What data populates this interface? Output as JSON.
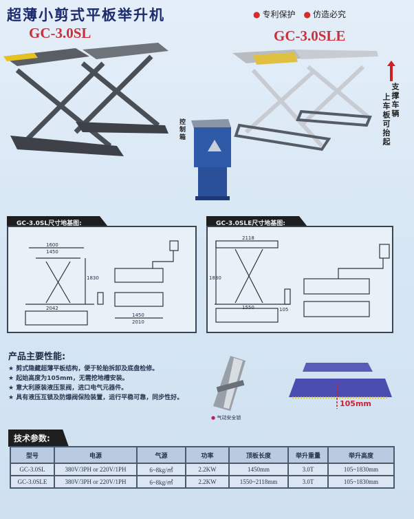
{
  "header": {
    "title": "超薄小剪式平板举升机",
    "badges": [
      "专利保护",
      "仿造必究"
    ],
    "model_left": "GC-3.0SL",
    "model_right": "GC-3.0SLE"
  },
  "labels": {
    "control_box": "控制箱",
    "platform_note_1": "支撑车辆",
    "platform_note_2": "上车板可抬起",
    "safety_lock": "气动安全锁",
    "min_height": "105mm"
  },
  "diagrams": [
    {
      "title": "GC-3.0SL尺寸地基图:",
      "dims": [
        "1600",
        "1450",
        "1830",
        "2042",
        "1450",
        "2010"
      ]
    },
    {
      "title": "GC-3.0SLE尺寸地基图:",
      "dims": [
        "2118",
        "1550",
        "1830",
        "105"
      ]
    }
  ],
  "features": {
    "title": "产品主要性能:",
    "items": [
      "剪式隐藏超薄平板结构，便于轮胎拆卸及底盘检修。",
      "起始高度为105mm，无需挖地槽安装。",
      "意大利原装液压泵阀，进口电气元器件。",
      "具有液压互锁及防爆阀保险装置，运行平稳可靠，同步性好。"
    ]
  },
  "specs": {
    "title": "技术参数:",
    "headers": [
      "型号",
      "电源",
      "气源",
      "功率",
      "顶板长度",
      "举升重量",
      "举升高度"
    ],
    "rows": [
      [
        "GC-3.0SL",
        "380V/3PH or 220V/1PH",
        "6~8kg/㎡",
        "2.2KW",
        "1450mm",
        "3.0T",
        "105~1830mm"
      ],
      [
        "GC-3.0SLE",
        "380V/3PH or 220V/1PH",
        "6~8kg/㎡",
        "2.2KW",
        "1550~2118mm",
        "3.0T",
        "105~1830mm"
      ]
    ]
  },
  "colors": {
    "accent_red": "#c9303a",
    "title_navy": "#1d2b6e",
    "control_box_blue": "#2f5aa8"
  }
}
